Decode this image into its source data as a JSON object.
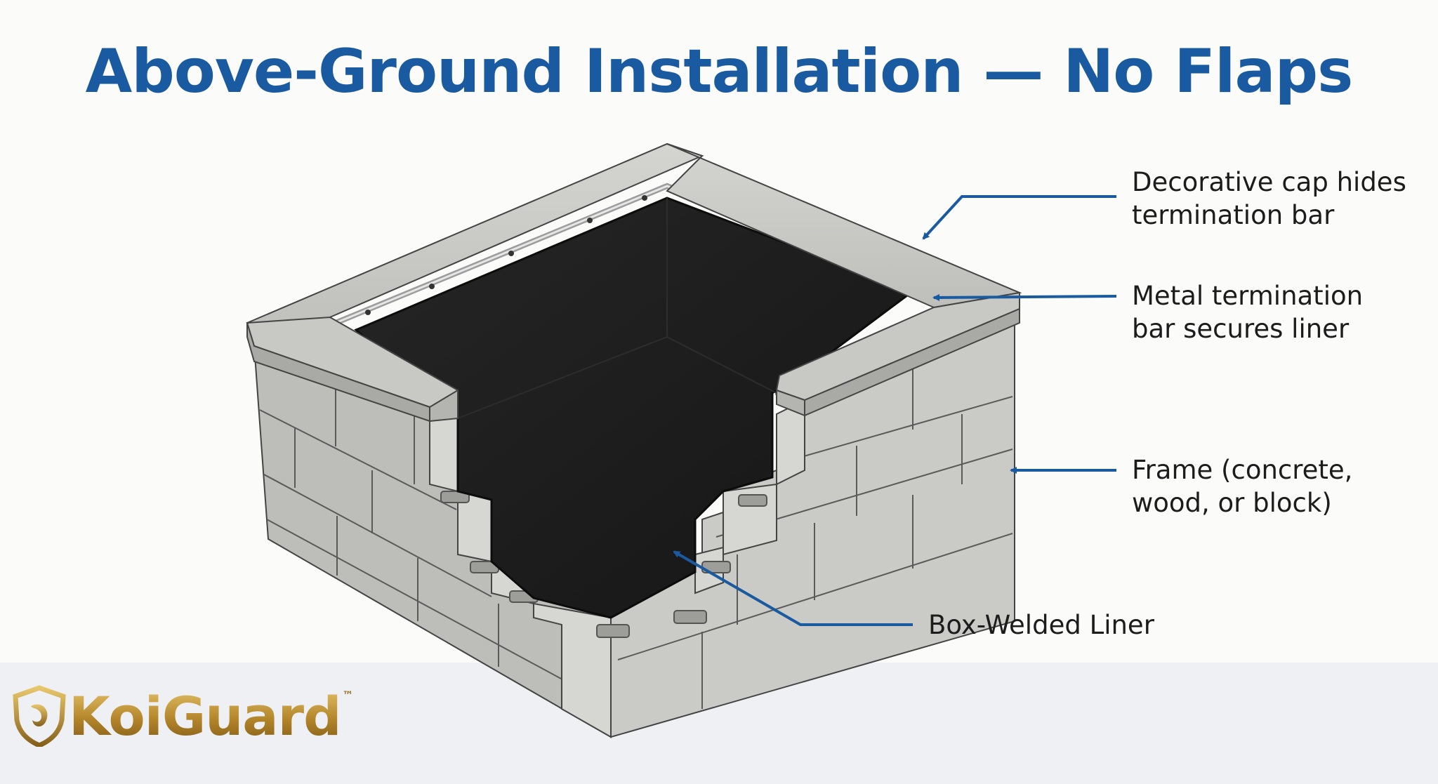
{
  "title": "Above-Ground Installation — No Flaps",
  "callouts": {
    "decorative_cap": "Decorative cap hides\ntermination bar",
    "termination_bar": "Metal termination\nbar secures liner",
    "frame": "Frame (concrete,\nwood, or block)",
    "liner": "Box-Welded Liner"
  },
  "logo": {
    "name": "KoiGuard",
    "trademark": "™"
  },
  "colors": {
    "title": "#1a5aa0",
    "arrow": "#1a5aa0",
    "liner": "#1b1b1b",
    "block": "#c9c9c7",
    "logo_gold": "#b3852a"
  }
}
